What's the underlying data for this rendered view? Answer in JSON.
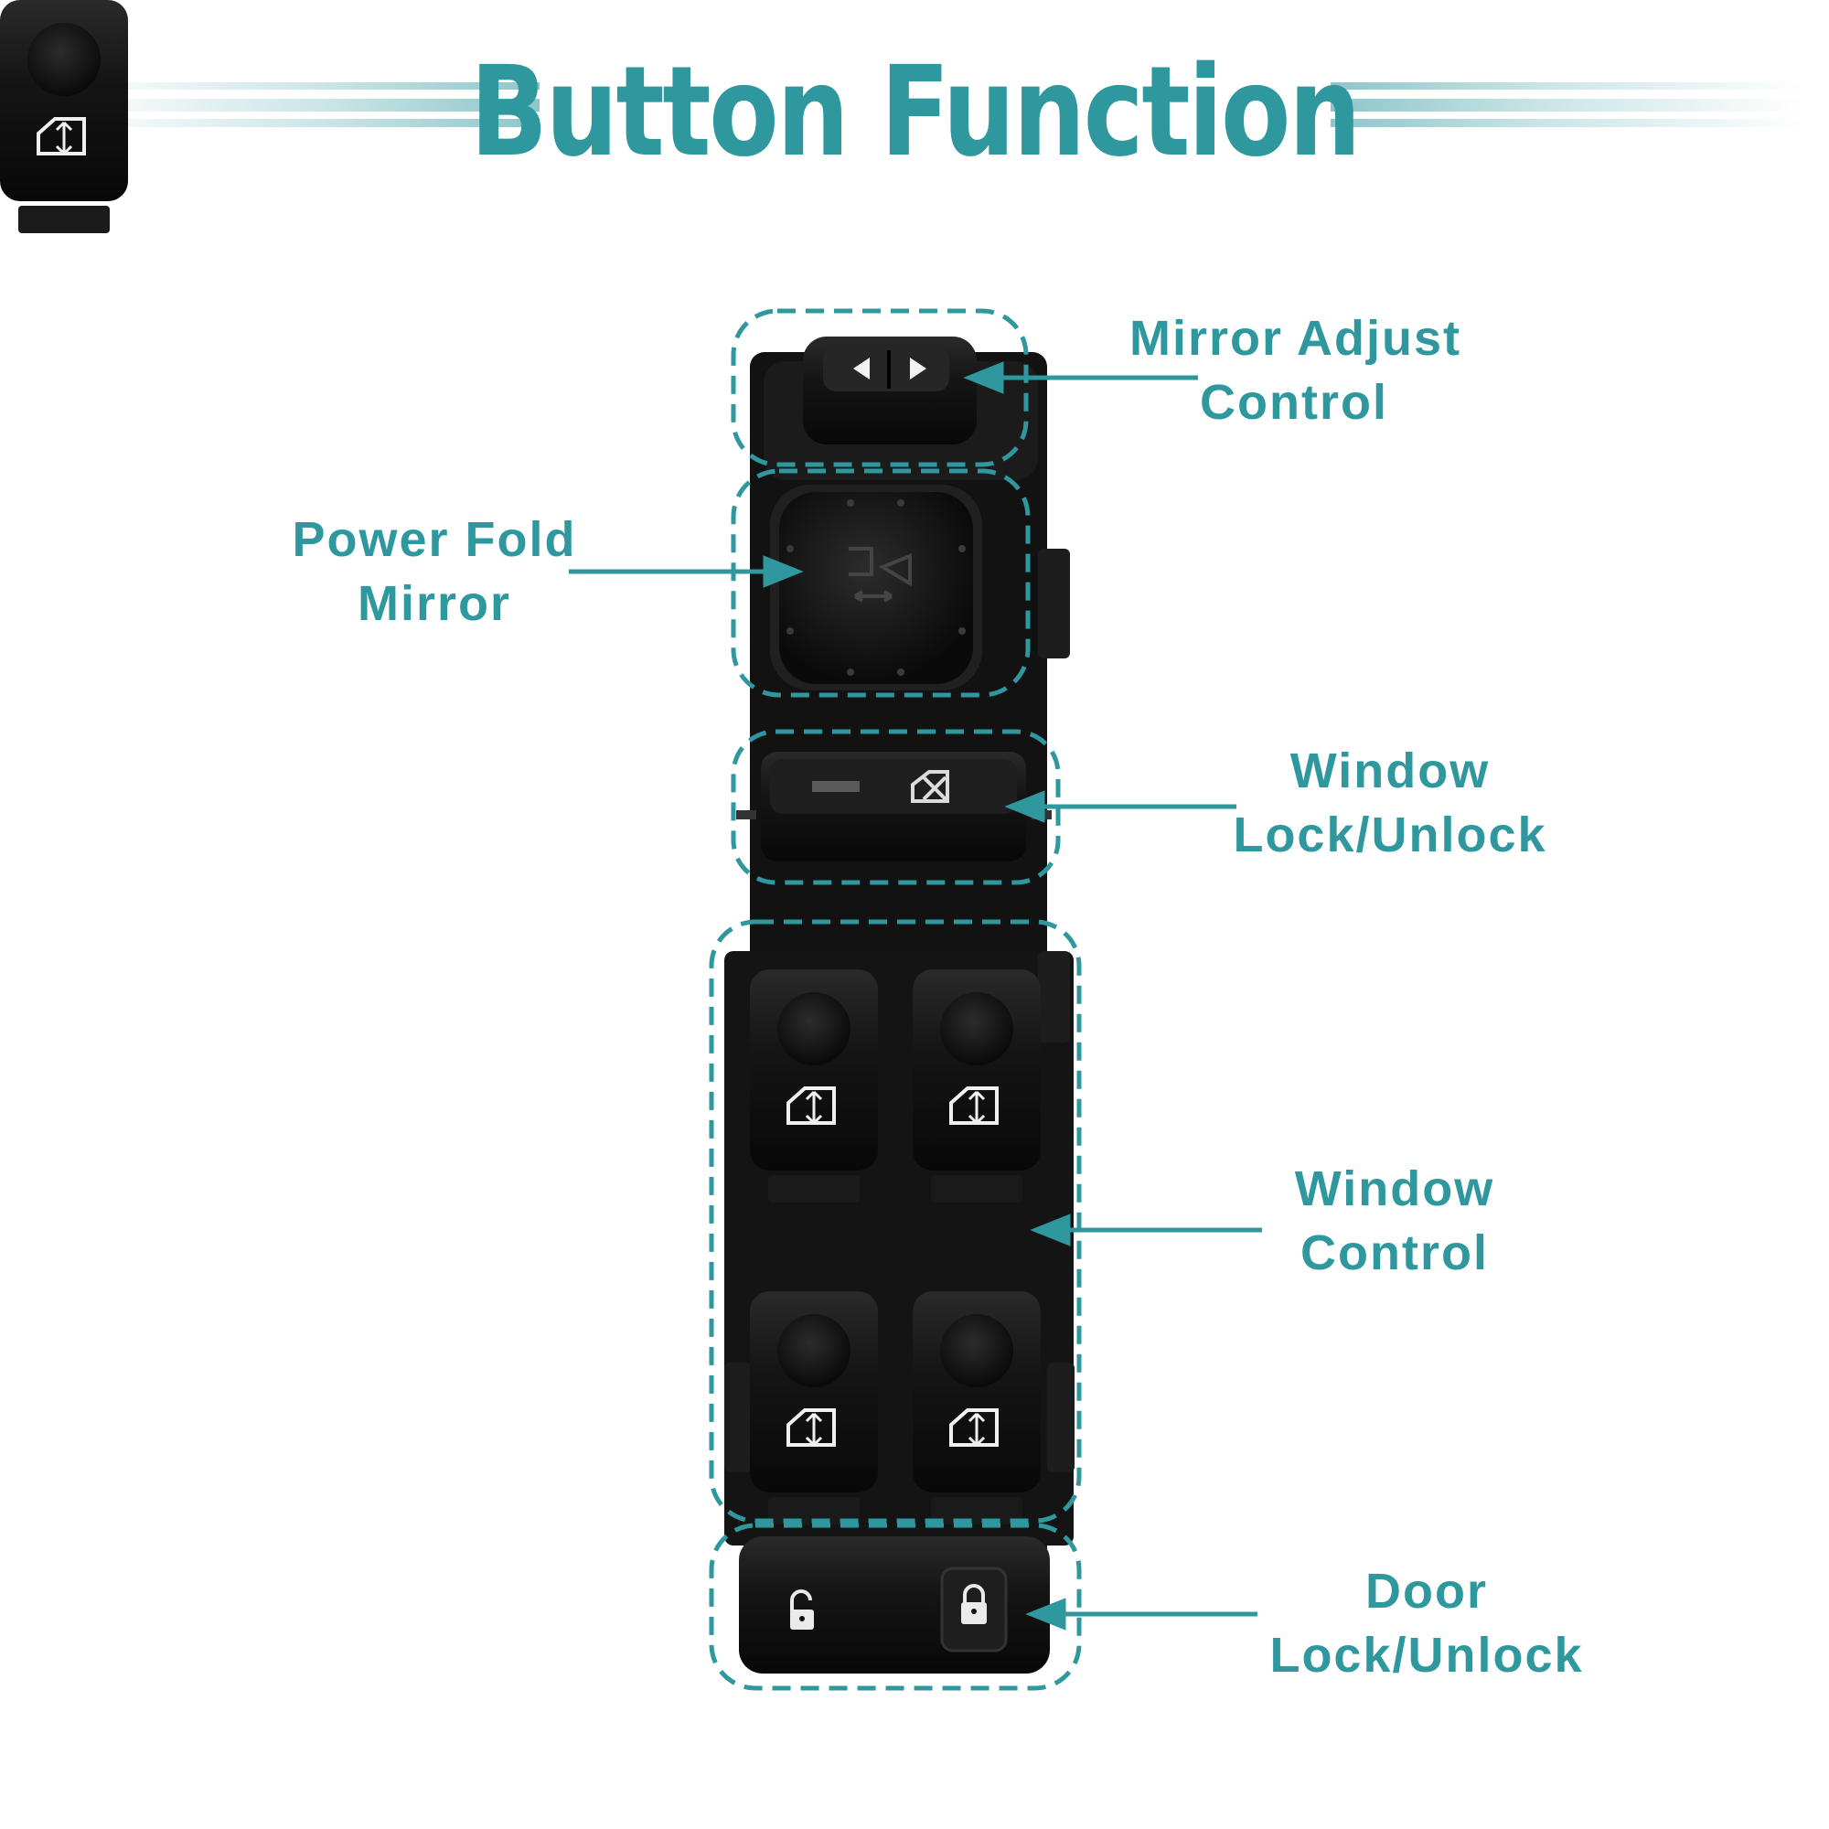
{
  "title": "Button Function",
  "colors": {
    "accent": "#2f979e",
    "body": "#141414",
    "button": "#0e0e0e"
  },
  "callouts": [
    {
      "id": "mirror-adjust",
      "lines": [
        "Mirror Adjust",
        "Control"
      ]
    },
    {
      "id": "power-fold",
      "lines": [
        "Power Fold",
        "Mirror"
      ]
    },
    {
      "id": "window-lock",
      "lines": [
        "Window",
        "Lock/Unlock"
      ]
    },
    {
      "id": "window-control",
      "lines": [
        "Window",
        "Control"
      ]
    },
    {
      "id": "door-lock",
      "lines": [
        "Door",
        "Lock/Unlock"
      ]
    }
  ],
  "icons": {
    "mirror_adjust": [
      "left-arrow-icon",
      "right-arrow-icon"
    ],
    "power_fold": "mirror-fold-icon",
    "window_lock": "window-lockout-icon",
    "window_buttons": "window-up-down-icon",
    "door_unlock": "unlock-icon",
    "door_lock": "lock-icon"
  }
}
